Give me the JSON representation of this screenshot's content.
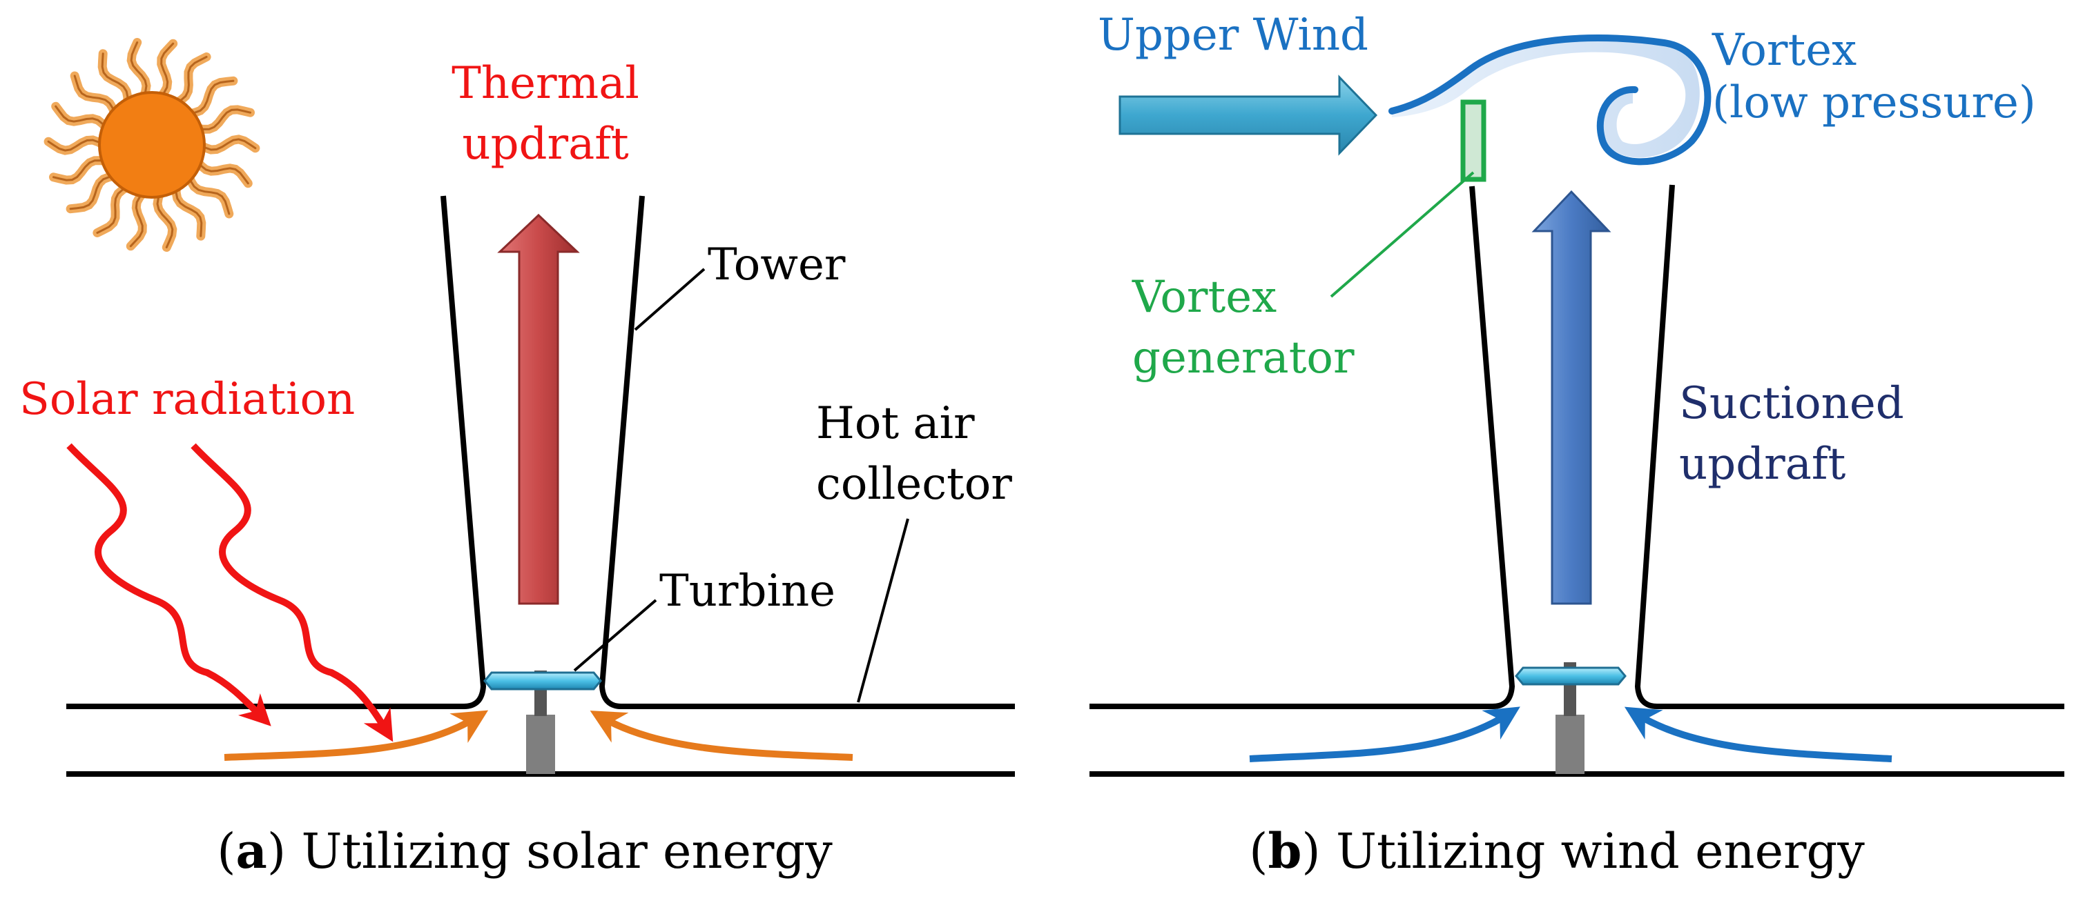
{
  "colors": {
    "red": "#f01414",
    "black": "#000000",
    "blue": "#1a71c2",
    "green": "#1fa84a",
    "navy": "#1f2e6b",
    "orange": "#e67a1c",
    "sun": "#f27e13",
    "ray": "#f0a95a",
    "thermal_arrow": "#c94a4a",
    "suction_arrow": "#4b7bc4",
    "wind_arrow": "#3ea7cf",
    "ground": "#7f7f7f"
  },
  "panel_a": {
    "labels": {
      "thermal_1": "Thermal",
      "thermal_2": "updraft",
      "tower": "Tower",
      "solar_radiation": "Solar radiation",
      "hot_air_1": "Hot air",
      "hot_air_2": "collector",
      "turbine": "Turbine"
    },
    "caption": {
      "letter": "a",
      "text": "Utilizing solar energy"
    },
    "icons": [
      "sun-icon",
      "thermal-updraft-arrow",
      "solar-ray-1",
      "solar-ray-2"
    ]
  },
  "panel_b": {
    "labels": {
      "upper_wind": "Upper Wind",
      "vortex_1": "Vortex",
      "vortex_2": "(low pressure)",
      "vortex_gen_1": "Vortex",
      "vortex_gen_2": "generator",
      "suctioned_1": "Suctioned",
      "suctioned_2": "updraft"
    },
    "caption": {
      "letter": "b",
      "text": "Utilizing wind energy"
    },
    "icons": [
      "upper-wind-arrow",
      "vortex-shape",
      "suctioned-updraft-arrow"
    ]
  }
}
